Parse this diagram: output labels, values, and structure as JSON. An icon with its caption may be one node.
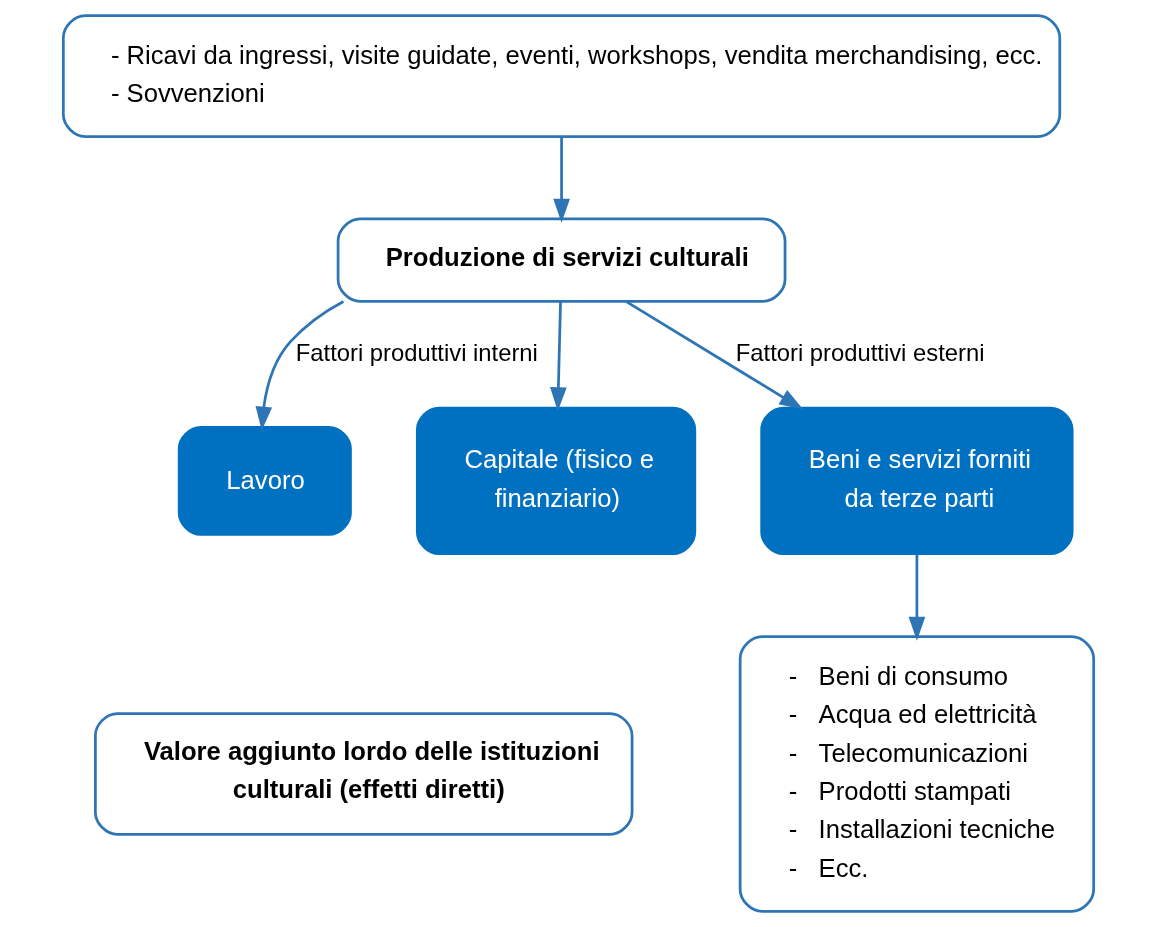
{
  "diagram": {
    "nodes": [
      {
        "text": [
          "- Ricavi da ingressi, visite guidate, eventi, workshops, vendita merchandising, ecc.",
          "- Sovvenzioni"
        ]
      },
      {
        "text": [
          "Produzione di servizi culturali"
        ]
      },
      {
        "text": [
          "Lavoro"
        ]
      },
      {
        "text": [
          "Capitale (fisico e finanziario)"
        ]
      },
      {
        "text": [
          "Beni e servizi forniti da terze parti"
        ]
      },
      {
        "text": [
          "Valore aggiunto lordo delle istituzioni culturali (effetti diretti)"
        ]
      },
      {
        "text": [
          "-   Beni di consumo",
          "-   Acqua ed elettricità",
          "-   Telecomunicazioni",
          "-   Prodotti stampati",
          "-   Installazioni tecniche",
          "-   Ecc."
        ]
      }
    ],
    "edges": [
      {
        "from": 0,
        "to": 1,
        "arrow": "to"
      },
      {
        "from": 1,
        "to": 2,
        "arrow": "to",
        "label": "Fattori produttivi interni"
      },
      {
        "from": 1,
        "to": 3,
        "arrow": "to"
      },
      {
        "from": 1,
        "to": 4,
        "arrow": "to",
        "label": "Fattori produttivi esterni"
      },
      {
        "from": 4,
        "to": 6,
        "arrow": "to"
      }
    ]
  }
}
